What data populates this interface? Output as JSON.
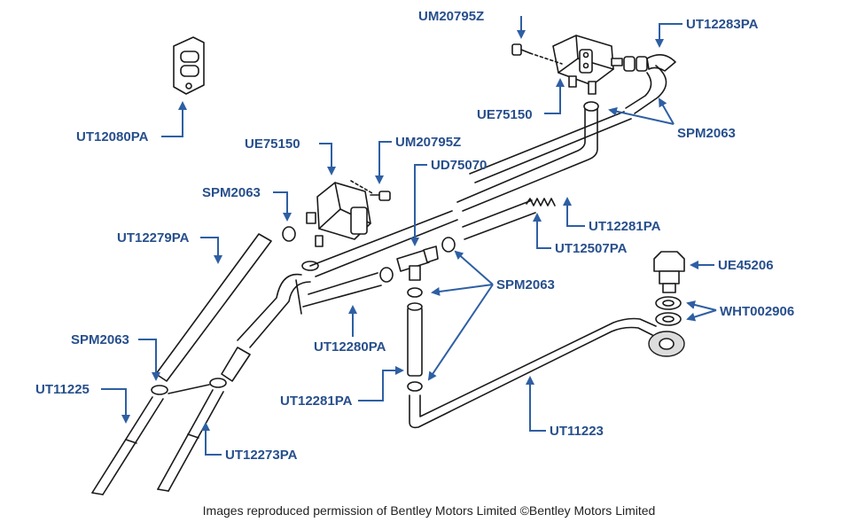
{
  "accent_color": "#2e5fa3",
  "labels": {
    "um20795z_top": "UM20795Z",
    "ut12283pa": "UT12283PA",
    "ut12080pa": "UT12080PA",
    "ue75150_top": "UE75150",
    "spm2063_top": "SPM2063",
    "ue75150_mid": "UE75150",
    "um20795z_mid": "UM20795Z",
    "ud75070": "UD75070",
    "spm2063_left": "SPM2063",
    "ut12279pa": "UT12279PA",
    "ut12281pa_upper": "UT12281PA",
    "ut12507pa": "UT12507PA",
    "ue45206": "UE45206",
    "spm2063_center": "SPM2063",
    "wht002906": "WHT002906",
    "ut12280pa": "UT12280PA",
    "spm2063_lower_left": "SPM2063",
    "ut11225": "UT11225",
    "ut12281pa_lower": "UT12281PA",
    "ut11223": "UT11223",
    "ut12273pa": "UT12273PA"
  },
  "footer": {
    "credit": "Images reproduced permission of Bentley Motors Limited ©Bentley Motors Limited"
  }
}
